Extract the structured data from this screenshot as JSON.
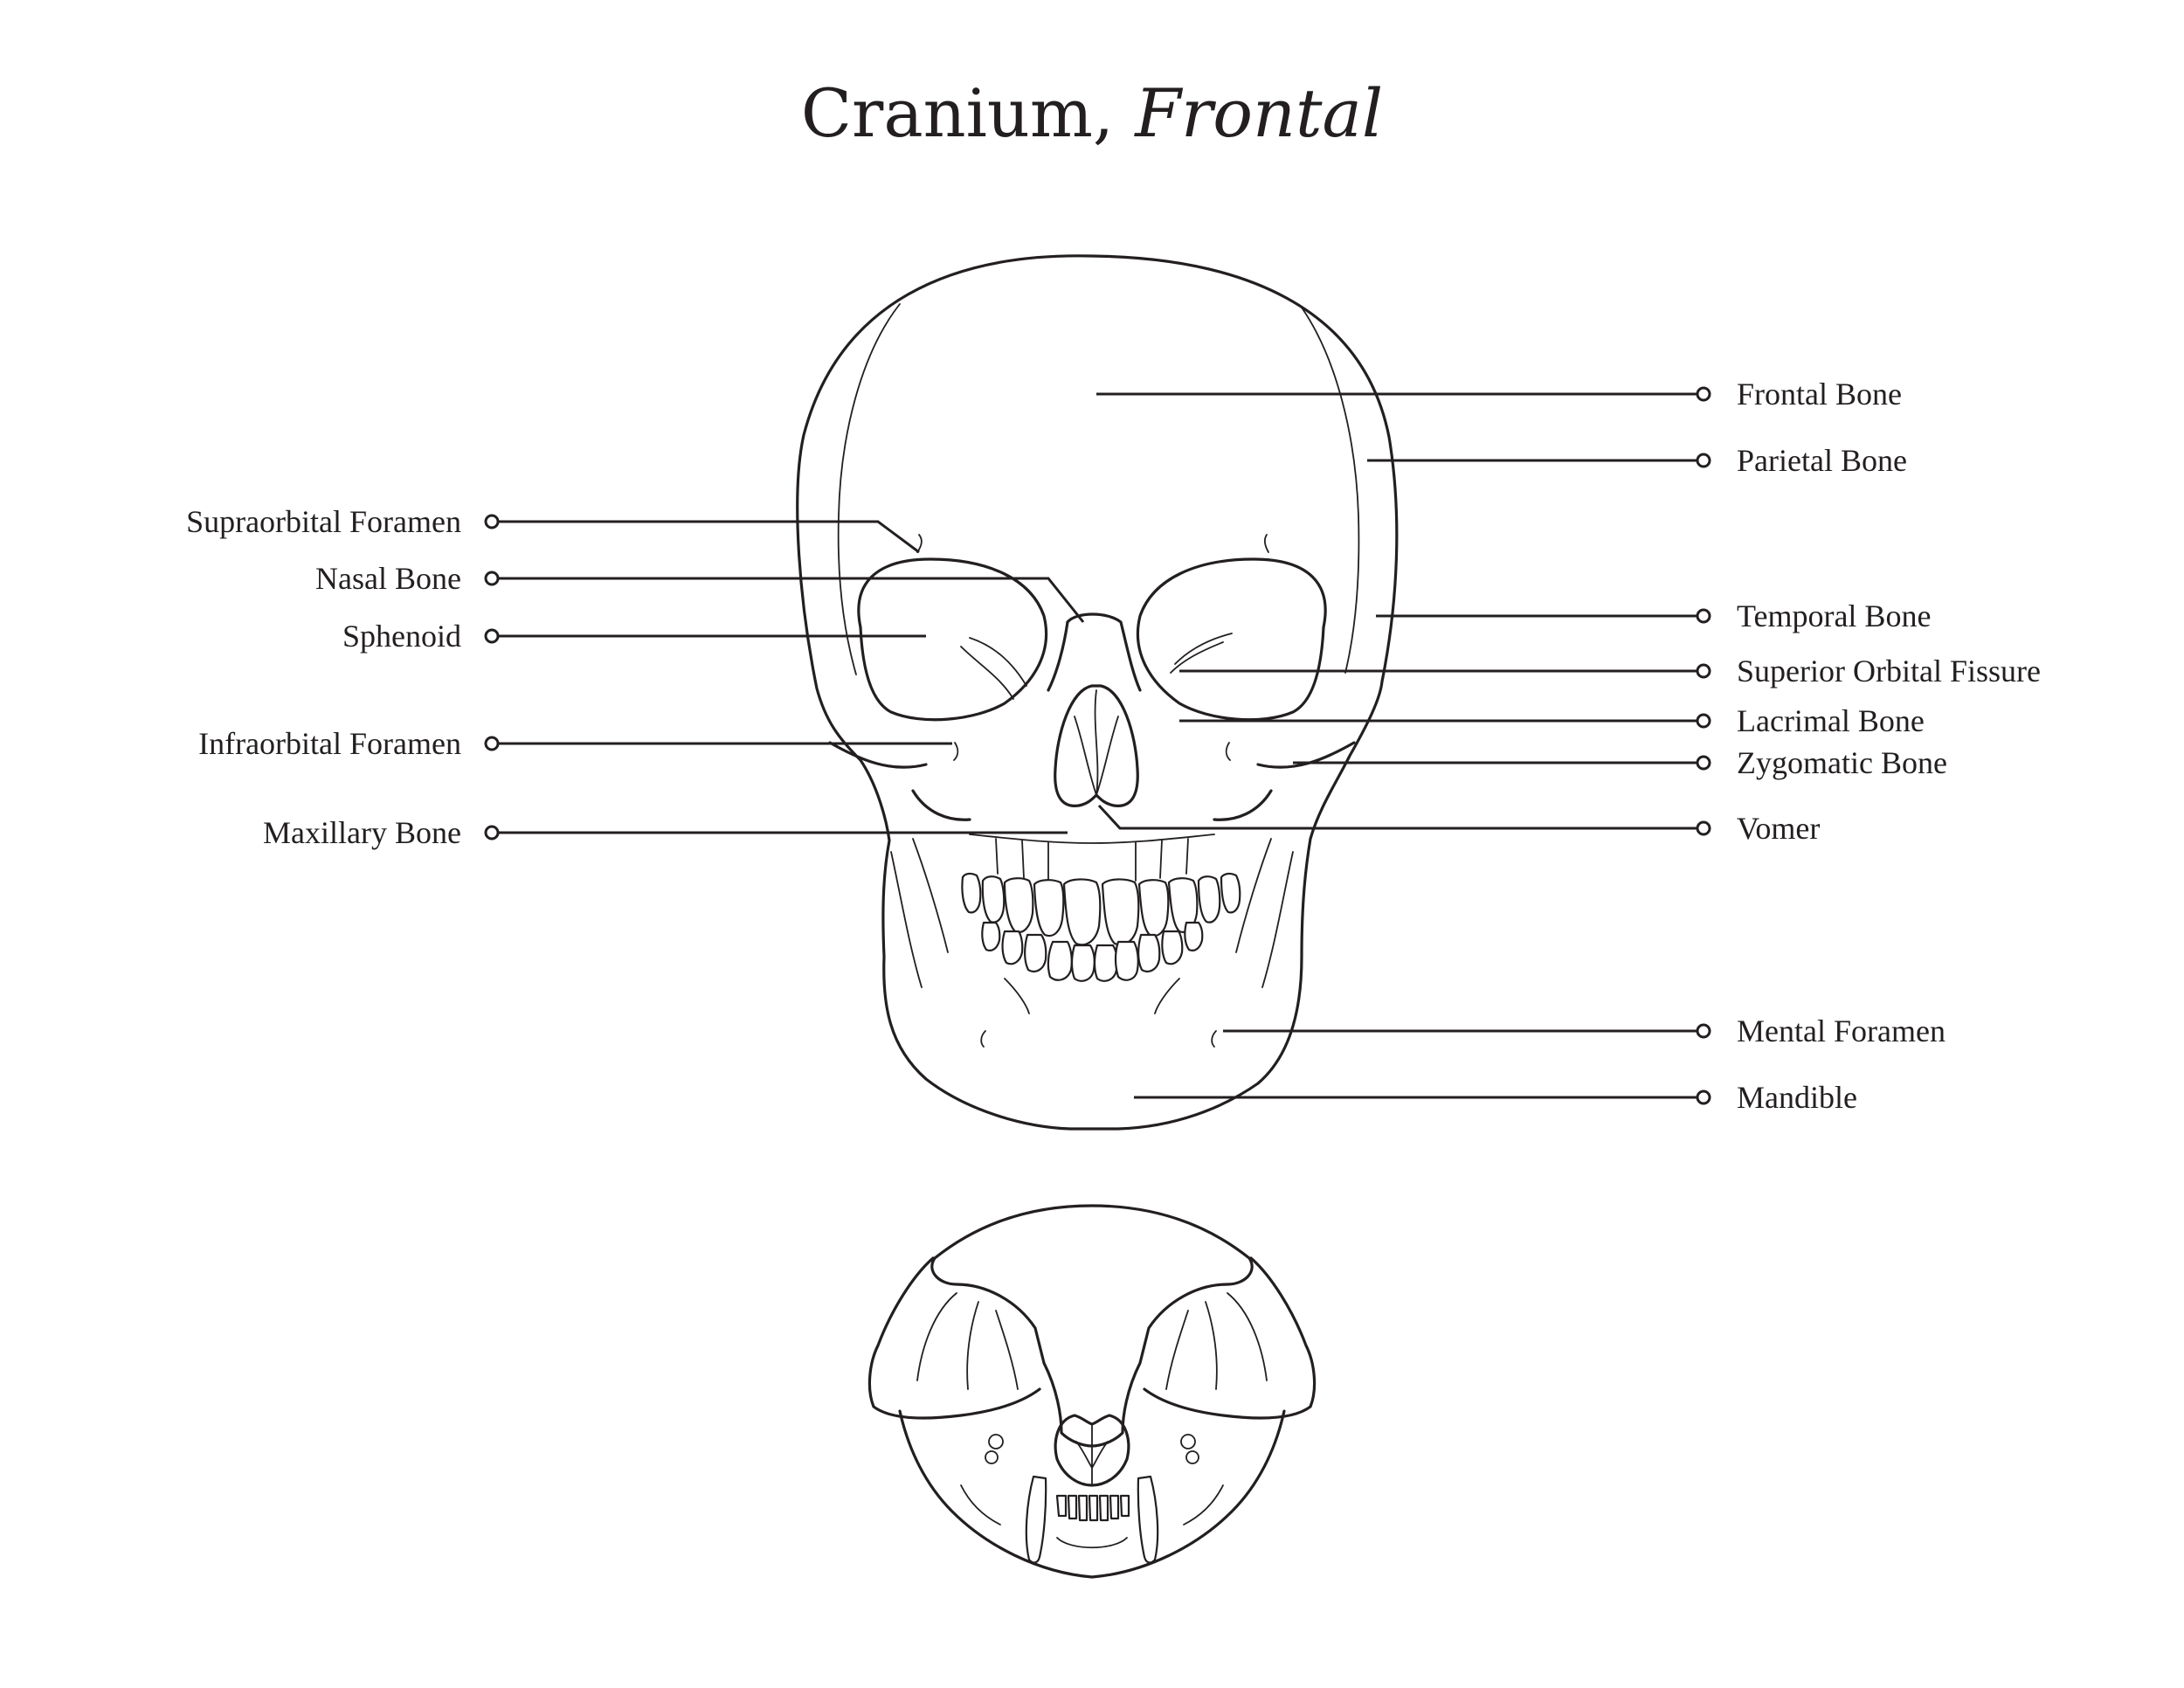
{
  "title": {
    "main": "Cranium, ",
    "emphasis": "Frontal"
  },
  "labels": {
    "left": [
      "Supraorbital Foramen",
      "Nasal Bone",
      "Sphenoid",
      "Infraorbital Foramen",
      "Maxillary Bone"
    ],
    "right": [
      "Frontal Bone",
      "Parietal Bone",
      "Temporal Bone",
      "Superior Orbital Fissure",
      "Lacrimal Bone",
      "Zygomatic Bone",
      "Vomer",
      "Mental Foramen",
      "Mandible"
    ]
  },
  "colors": {
    "ink": "#231f20",
    "background": "#ffffff"
  }
}
